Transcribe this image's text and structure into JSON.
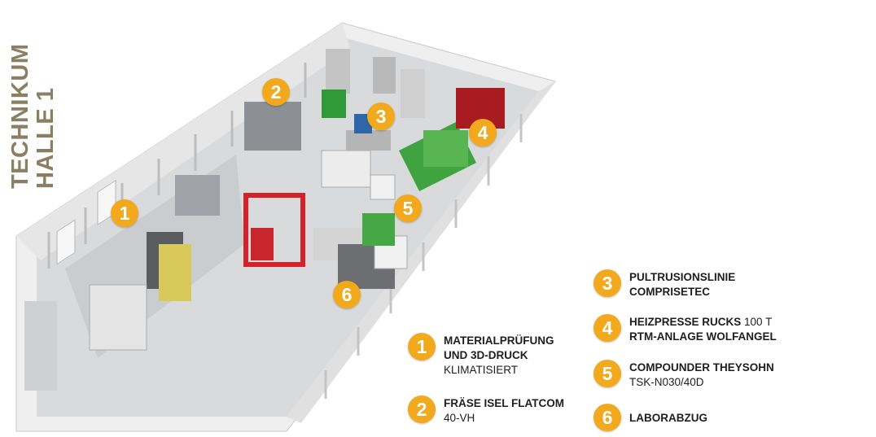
{
  "title": {
    "line1": "TECHNIKUM",
    "line2": "HALLE 1"
  },
  "colors": {
    "accent": "#f2a91e",
    "title": "#8a7f63",
    "floor": "#d7d8da",
    "wall": "#f2f2f2"
  },
  "markers": [
    "1",
    "2",
    "3",
    "4",
    "5",
    "6"
  ],
  "legend": [
    {
      "num": "1",
      "lines": [
        {
          "text": "MATERIALPRÜFUNG",
          "bold": true
        },
        {
          "text": "UND 3D-DRUCK",
          "bold": true
        },
        {
          "text": "KLIMATISIERT",
          "bold": false
        }
      ]
    },
    {
      "num": "2",
      "lines": [
        {
          "text": "FRÄSE ISEL FLATCOM",
          "bold": true
        },
        {
          "text": "40-VH",
          "bold": false
        }
      ]
    },
    {
      "num": "3",
      "lines": [
        {
          "text": "PULTRUSIONSLINIE",
          "bold": true
        },
        {
          "text": "COMPRISETEC",
          "bold": true
        }
      ]
    },
    {
      "num": "4",
      "lines": [
        {
          "text": "HEIZPRESSE RUCKS",
          "bold": true,
          "suffix": " 100 T"
        },
        {
          "text": "RTM-ANLAGE WOLFANGEL",
          "bold": true
        }
      ]
    },
    {
      "num": "5",
      "lines": [
        {
          "text": "COMPOUNDER THEYSOHN",
          "bold": true
        },
        {
          "text": "TSK-N030/40D",
          "bold": false
        }
      ]
    },
    {
      "num": "6",
      "lines": [
        {
          "text": "LABORABZUG",
          "bold": true
        }
      ]
    }
  ]
}
